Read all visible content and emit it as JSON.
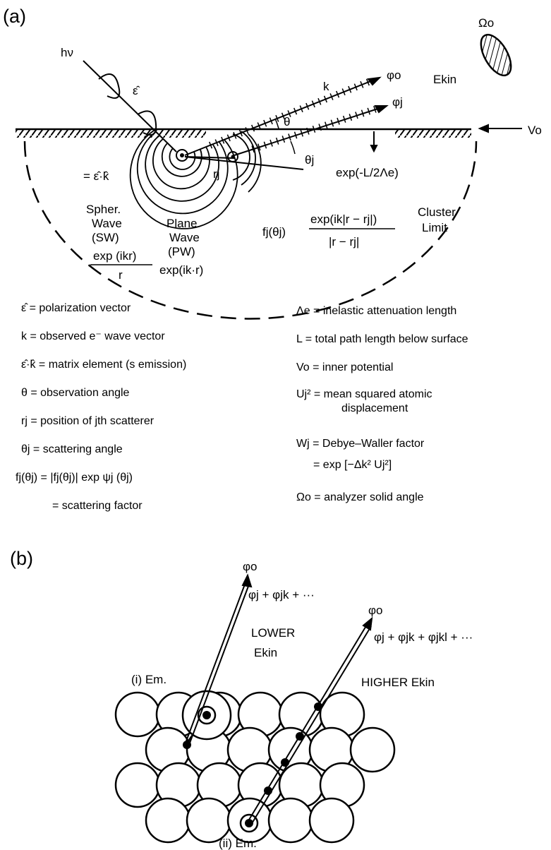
{
  "panel_a": {
    "label": "(a)",
    "photon": "hν",
    "epsilon_hat": "ε̂",
    "omega_o": "Ωo",
    "k_vec": "k",
    "phi_o": "φo",
    "phi_j": "φj",
    "e_kin": "Ekin",
    "theta": "θ",
    "theta_j": "θj",
    "v_o": "Vo",
    "attenuation": "exp(-L/2Λe)",
    "eps_dot_k": "= ε̂·k̂",
    "r_j": "rj",
    "spher_wave": [
      "Spher.",
      "Wave",
      "(SW)"
    ],
    "plane_wave": [
      "Plane",
      "Wave",
      "(PW)"
    ],
    "sw_num": "exp (ikr)",
    "sw_den": "r",
    "pw_expr": "exp(ik·r)",
    "f_theta": "fj(θj)",
    "frac_num": "exp(ik|r − rj|)",
    "frac_den": "|r − rj|",
    "cluster": [
      "Cluster",
      "Limit"
    ],
    "legend_left": [
      "ε̂ = polarization vector",
      "k = observed e⁻ wave vector",
      "ε̂·k̂ = matrix element (s emission)",
      "θ = observation angle",
      "rj = position of jth scatterer",
      "θj = scattering angle",
      "fj(θj) = |fj(θj)| exp ψj (θj)",
      "= scattering factor"
    ],
    "legend_right": [
      "Λe = inelastic attenuation length",
      "L = total path length below surface",
      "Vo = inner potential",
      "Uj² = mean squared atomic",
      "displacement",
      "Wj = Debye–Waller factor",
      "= exp [−Δk² Uj²]",
      "Ωo = analyzer solid angle"
    ]
  },
  "panel_b": {
    "label": "(b)",
    "phi_o_1": "φo",
    "sum_1": "φj + φjk + ···",
    "lower": "LOWER",
    "lower_e": "Ekin",
    "em_i": "(i) Em.",
    "phi_o_2": "φo",
    "sum_2": "φj + φjk + φjkl + ···",
    "higher": "HIGHER Ekin",
    "em_ii": "(ii) Em."
  }
}
